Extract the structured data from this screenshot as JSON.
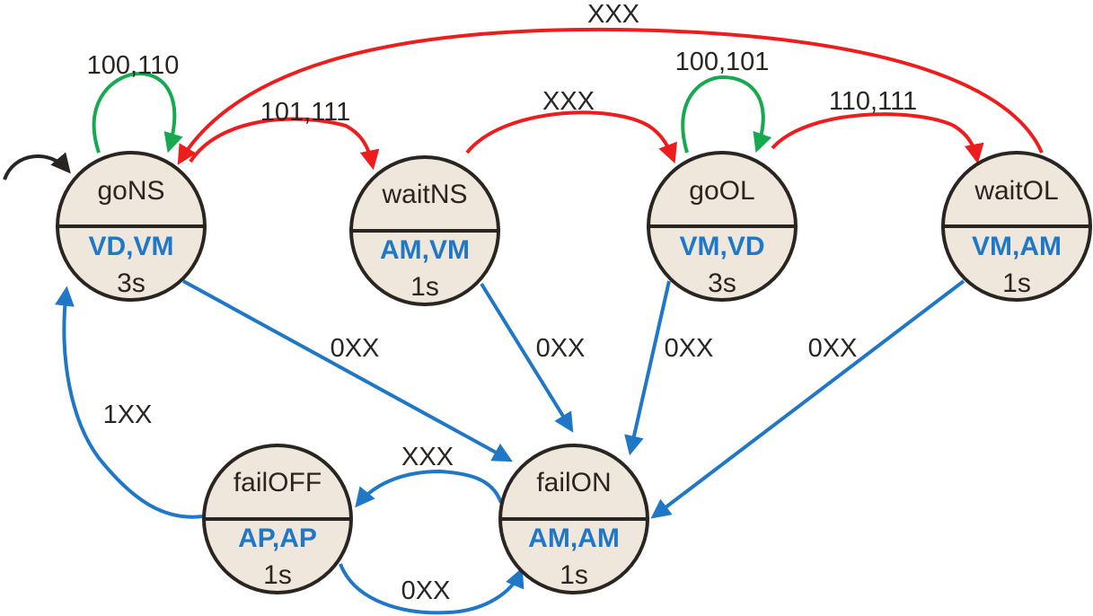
{
  "states": {
    "goNS": {
      "name": "goNS",
      "outputs": "VD,VM",
      "time": "3s"
    },
    "waitNS": {
      "name": "waitNS",
      "outputs": "AM,VM",
      "time": "1s"
    },
    "goOL": {
      "name": "goOL",
      "outputs": "VM,VD",
      "time": "3s"
    },
    "waitOL": {
      "name": "waitOL",
      "outputs": "VM,AM",
      "time": "1s"
    },
    "failOFF": {
      "name": "failOFF",
      "outputs": "AP,AP",
      "time": "1s"
    },
    "failON": {
      "name": "failON",
      "outputs": "AM,AM",
      "time": "1s"
    }
  },
  "transitions": {
    "goNS_self": "100,110",
    "goNS_to_waitNS": "101,111",
    "waitNS_to_goOL": "XXX",
    "goOL_self": "100,101",
    "goOL_to_waitOL": "110,111",
    "waitOL_to_goNS": "XXX",
    "goNS_to_failON": "0XX",
    "waitNS_to_failON": "0XX",
    "goOL_to_failON": "0XX",
    "waitOL_to_failON": "0XX",
    "failON_to_failOFF": "XXX",
    "failOFF_to_failON": "0XX",
    "failOFF_to_goNS": "1XX"
  },
  "colors": {
    "state_fill": "#efe7dc",
    "outline": "#2b2521",
    "output_text": "#1f77c7",
    "edge_red": "#ee1c1c",
    "edge_green": "#16a94f",
    "edge_blue": "#1f77c7",
    "edge_black": "#2b2521"
  }
}
